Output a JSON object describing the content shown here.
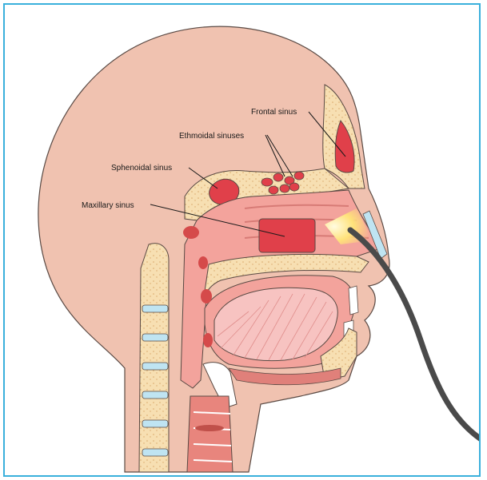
{
  "labels": {
    "frontal": "Frontal sinus",
    "ethmoidal": "Ethmoidal sinuses",
    "sphenoidal": "Sphenoidal sinus",
    "maxillary": "Maxillary sinus"
  },
  "colors": {
    "frame": "#3ab0dc",
    "skin": "#f0c2b0",
    "bone": "#f7dfb2",
    "mucosa": "#f3a39c",
    "sinus": "#e0404a",
    "tongue": "#f7c3c1",
    "endoscope": "#4a4a4a",
    "light": "#ffe27a"
  }
}
